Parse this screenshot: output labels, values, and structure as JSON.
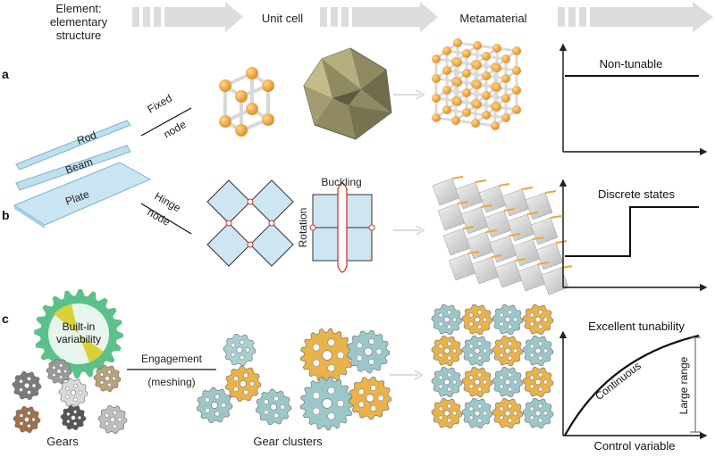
{
  "header": {
    "element_label_1": "Element:",
    "element_label_2": "elementary",
    "element_label_3": "structure",
    "unit_cell": "Unit cell",
    "metamaterial": "Metamaterial"
  },
  "row_labels": {
    "a": "a",
    "b": "b",
    "c": "c"
  },
  "row_a": {
    "rod": "Rod",
    "beam": "Beam",
    "plate": "Plate",
    "fixed": "Fixed",
    "node": "node",
    "graph_label": "Non-tunable"
  },
  "row_b": {
    "hinge": "Hinge",
    "node": "node",
    "buckling": "Buckling",
    "rotation": "Rotation",
    "graph_label": "Discrete states"
  },
  "row_c": {
    "built_in_1": "Built-in",
    "built_in_2": "variability",
    "engagement": "Engagement",
    "meshing": "(meshing)",
    "gears": "Gears",
    "gear_clusters": "Gear clusters",
    "graph_title": "Excellent tunability",
    "continuous": "Continuous",
    "large_range": "Large range",
    "x_label": "Control variable"
  },
  "colors": {
    "arrow_gray": "#dcdcdc",
    "sphere_orange": "#f2a33a",
    "panel_blue": "#cfe6f2",
    "gear_teal": "#9cc7c9",
    "gear_yellow": "#e9b24a",
    "gear_green": "#5cc08a",
    "gear_lime": "#d8d23a",
    "polyhedron": "#8a8560",
    "buckle_red": "#d9342b",
    "line_dark": "#111111"
  }
}
